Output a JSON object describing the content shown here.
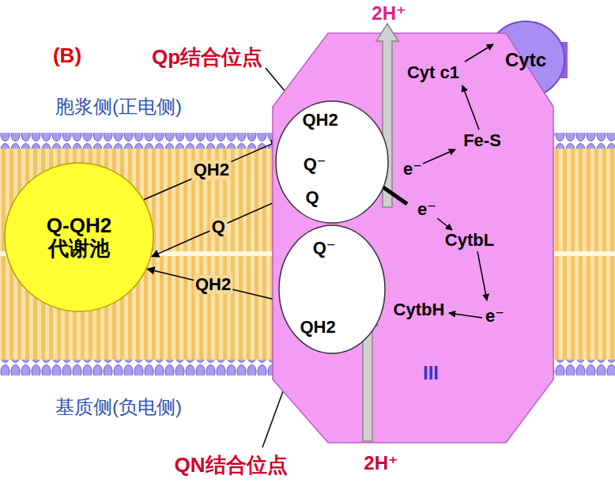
{
  "diagram": {
    "nodes": [
      {
        "text": [
          "Cytc"
        ]
      },
      {
        "text": [
          "III"
        ]
      },
      {
        "text": [
          "QH2",
          "Q⁻",
          "Q"
        ],
        "in": 1
      },
      {
        "text": [
          "Q⁻",
          "QH2"
        ],
        "in": 1
      },
      {
        "text": [
          "Q-QH2 代谢池"
        ]
      }
    ],
    "edges": [
      {
        "from": 2,
        "to": 4,
        "arrow": "to",
        "label": "Q"
      },
      {
        "from": 4,
        "to": 2,
        "arrow": "to",
        "label": "QH2"
      },
      {
        "from": 3,
        "to": 4,
        "arrow": "to",
        "label": "QH2"
      }
    ],
    "labels": [
      "(B)",
      "Qp结合位点",
      "胞浆侧(正电侧)",
      "基质侧(负电侧)",
      "QN结合位点",
      "2H⁺",
      "2H⁺",
      "Cyt c1",
      "Fe-S",
      "e⁻",
      "e⁻",
      "CytbL",
      "e⁻",
      "CytbH"
    ]
  }
}
